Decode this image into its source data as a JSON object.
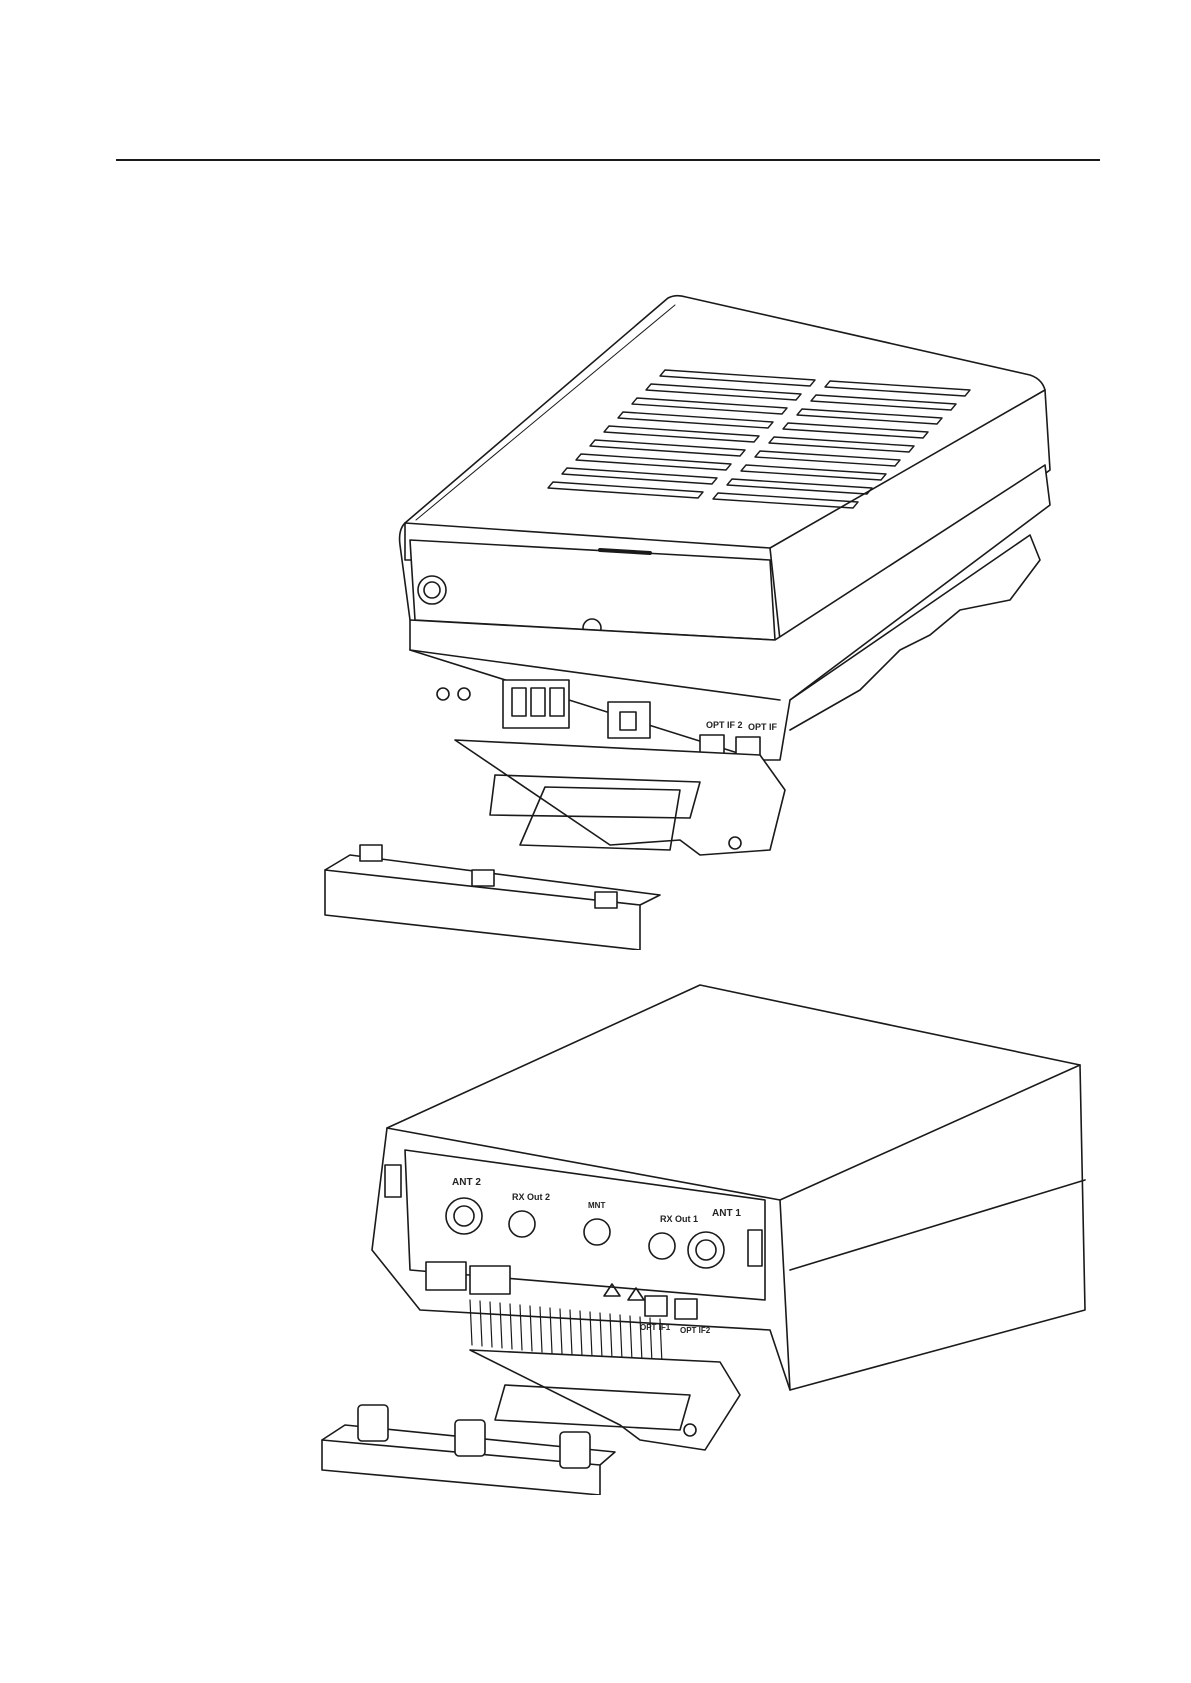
{
  "page": {
    "background": "#ffffff",
    "line_color": "#1a1a1a"
  },
  "figure_1": {
    "labels": {
      "opt_if2": "OPT IF 2",
      "opt_if1": "OPT IF"
    }
  },
  "figure_2": {
    "labels": {
      "ant2": "ANT 2",
      "rx_out2": "RX Out 2",
      "mid_port": "MNT",
      "rx_out1": "RX Out 1",
      "ant1": "ANT 1",
      "opt_if1": "OPT IF1",
      "opt_if2": "OPT IF2"
    }
  }
}
